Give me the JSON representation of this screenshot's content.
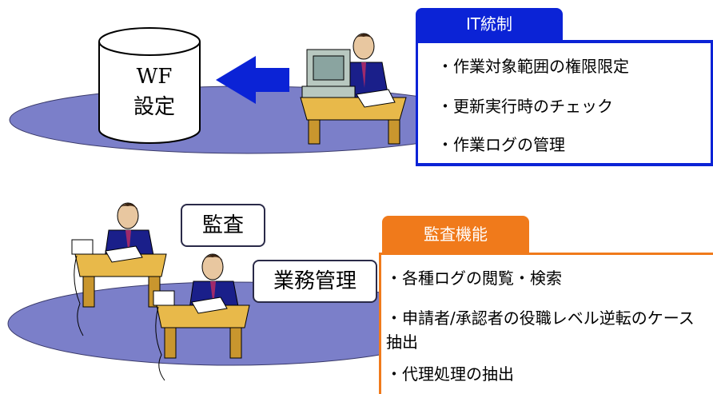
{
  "database": {
    "line1": "WF",
    "line2": "設定"
  },
  "it_control": {
    "title": "IT統制",
    "items": [
      "・作業対象範囲の権限限定",
      "・更新実行時のチェック",
      "・作業ログの管理"
    ]
  },
  "labels": {
    "audit": "監査",
    "business": "業務管理"
  },
  "audit_function": {
    "title": "監査機能",
    "items": [
      "・各種ログの閲覧・検索",
      "・申請者/承認者の役職レベル逆転のケース抽出",
      "・代理処理の抽出"
    ]
  },
  "colors": {
    "blue": "#0b23d6",
    "orange": "#f07a1b",
    "ellipse": "#7b7fc9",
    "desk": "#e8b94a",
    "suit": "#1a1f8a"
  }
}
